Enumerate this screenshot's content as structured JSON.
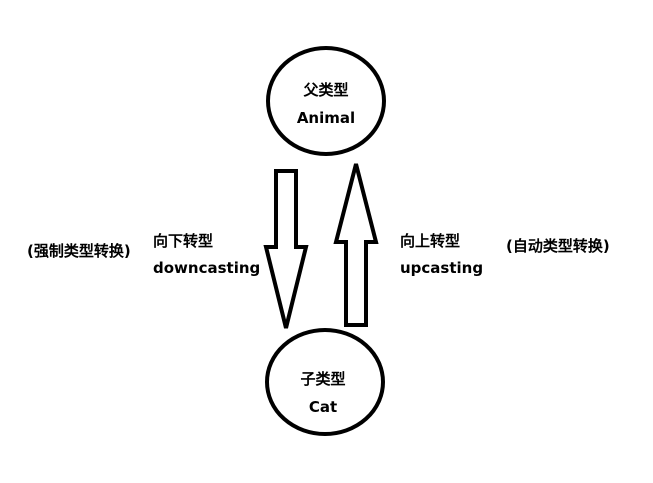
{
  "parent": {
    "cn": "父类型",
    "en": "Animal"
  },
  "child": {
    "cn": "子类型",
    "en": "Cat"
  },
  "downcast": {
    "cn": "向下转型",
    "en": "downcasting",
    "note": "(强制类型转换)"
  },
  "upcast": {
    "cn": "向上转型",
    "en": "upcasting",
    "note": "(自动类型转换)"
  }
}
